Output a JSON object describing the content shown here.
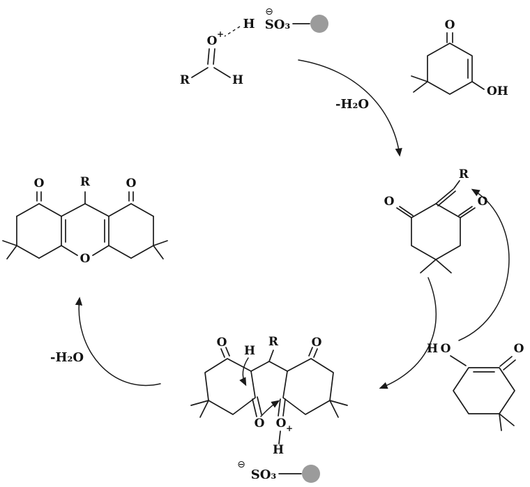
{
  "colors": {
    "ink": "#1a1a1a",
    "support_bead": "#9b9b9b",
    "background": "#ffffff"
  },
  "top_catalyst": {
    "charge": "⊖",
    "h_label": "H",
    "so3_label": "SO₃"
  },
  "aldehyde": {
    "o_label": "O",
    "plus": "+",
    "r_label": "R",
    "h_label": "H"
  },
  "dimedone_enol_top": {
    "o_label": "O",
    "oh_label": "OH"
  },
  "arrows": {
    "top_dehydration_label": "-H₂O",
    "left_dehydration_label": "-H₂O"
  },
  "knoevenagel_adduct": {
    "r_label": "R",
    "o_left_label": "O",
    "o_right_label": "O"
  },
  "dimedone_enol_right": {
    "h_label": "H",
    "o_enol_label": "O",
    "o_keto_label": "O"
  },
  "michael_adduct": {
    "o_top_left": "O",
    "h_center": "H",
    "r_label": "R",
    "o_top_right": "O",
    "o_bottom_left": "O",
    "o_bottom_right": "O",
    "plus": "+",
    "h_bottom": "H"
  },
  "bottom_catalyst": {
    "charge": "⊖",
    "so3_label": "SO₃"
  },
  "product": {
    "o_left": "O",
    "r_label": "R",
    "o_right": "O",
    "o_pyran": "O"
  }
}
